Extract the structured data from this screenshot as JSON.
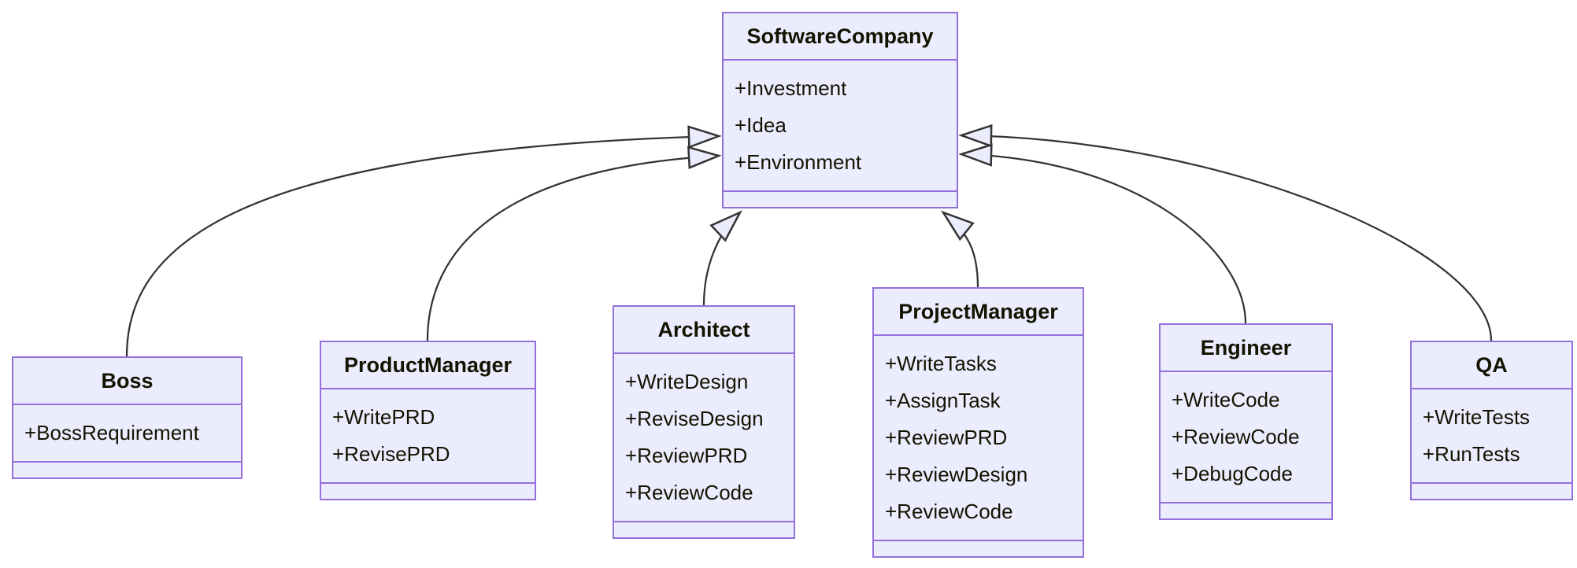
{
  "diagram": {
    "kind": "uml-class-diagram",
    "colors": {
      "class_fill": "#ECECFF",
      "class_border": "#9370DB",
      "edge_line": "#333333",
      "text": "#131300",
      "background": "#ffffff"
    },
    "classes": [
      {
        "name": "SoftwareCompany",
        "members": [
          "+Investment",
          "+Idea",
          "+Environment"
        ]
      },
      {
        "name": "Boss",
        "members": [
          "+BossRequirement"
        ]
      },
      {
        "name": "ProductManager",
        "members": [
          "+WritePRD",
          "+RevisePRD"
        ]
      },
      {
        "name": "Architect",
        "members": [
          "+WriteDesign",
          "+ReviseDesign",
          "+ReviewPRD",
          "+ReviewCode"
        ]
      },
      {
        "name": "ProjectManager",
        "members": [
          "+WriteTasks",
          "+AssignTask",
          "+ReviewPRD",
          "+ReviewDesign",
          "+ReviewCode"
        ]
      },
      {
        "name": "Engineer",
        "members": [
          "+WriteCode",
          "+ReviewCode",
          "+DebugCode"
        ]
      },
      {
        "name": "QA",
        "members": [
          "+WriteTests",
          "+RunTests"
        ]
      }
    ],
    "relations": [
      {
        "from": "Boss",
        "to": "SoftwareCompany",
        "type": "inheritance"
      },
      {
        "from": "ProductManager",
        "to": "SoftwareCompany",
        "type": "inheritance"
      },
      {
        "from": "Architect",
        "to": "SoftwareCompany",
        "type": "inheritance"
      },
      {
        "from": "ProjectManager",
        "to": "SoftwareCompany",
        "type": "inheritance"
      },
      {
        "from": "Engineer",
        "to": "SoftwareCompany",
        "type": "inheritance"
      },
      {
        "from": "QA",
        "to": "SoftwareCompany",
        "type": "inheritance"
      }
    ]
  }
}
